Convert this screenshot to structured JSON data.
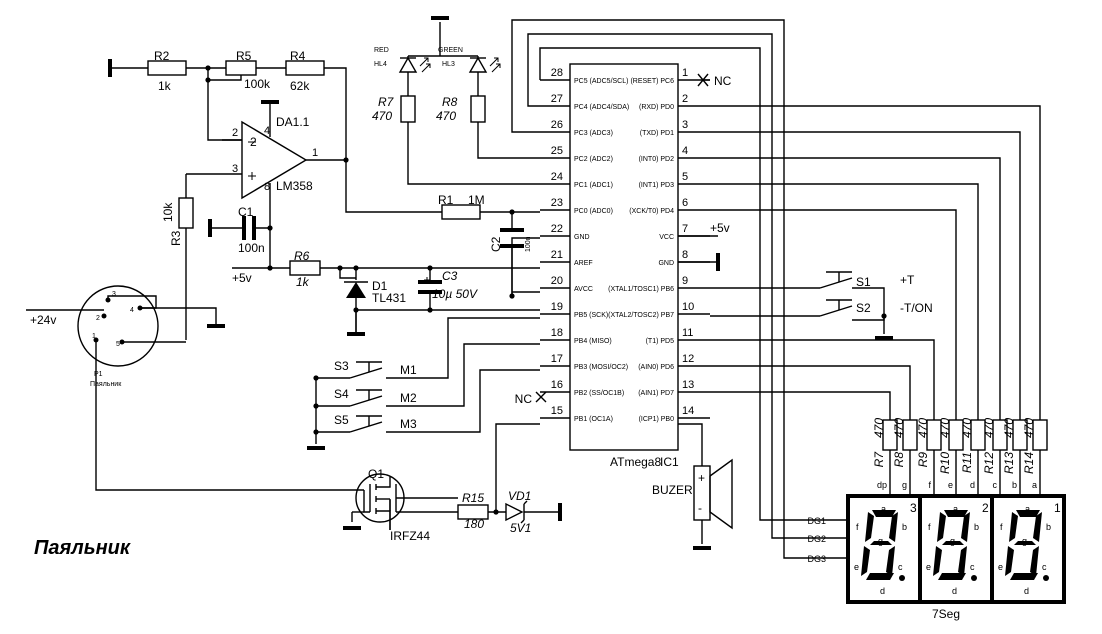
{
  "title": "Паяльник",
  "components": {
    "r2": {
      "ref": "R2",
      "value": "1k"
    },
    "r5": {
      "ref": "R5",
      "value": "100k"
    },
    "r4": {
      "ref": "R4",
      "value": "62k"
    },
    "opamp": {
      "ref": "DA1.1",
      "part": "LM358",
      "pin_minus": "2",
      "pin_plus": "3",
      "pin_out": "1",
      "pin_vcc": "4",
      "pin_gnd": "8"
    },
    "r3": {
      "ref": "R3",
      "value": "10k"
    },
    "c1": {
      "ref": "C1",
      "value": "100n"
    },
    "r6": {
      "ref": "R6",
      "value": "1k"
    },
    "d1": {
      "ref": "D1",
      "part": "TL431"
    },
    "c3": {
      "ref": "C3",
      "value": "10µ 50V"
    },
    "r1": {
      "ref": "R1",
      "value": "1M"
    },
    "c2": {
      "ref": "C2",
      "value": "100n"
    },
    "hl4": {
      "ref": "HL4",
      "color": "RED"
    },
    "hl3": {
      "ref": "HL3",
      "color": "GREEN"
    },
    "r7_led": {
      "ref": "R7",
      "value": "470"
    },
    "r8_led": {
      "ref": "R8",
      "value": "470"
    },
    "p1": {
      "ref": "P1",
      "name": "Паяльник",
      "pins": [
        "1",
        "2",
        "3",
        "4",
        "5"
      ]
    },
    "q1": {
      "ref": "Q1",
      "part": "IRFZ44"
    },
    "r15": {
      "ref": "R15",
      "value": "180"
    },
    "vd1": {
      "ref": "VD1",
      "value": "5V1"
    },
    "s1": {
      "ref": "S1",
      "label": "+T"
    },
    "s2": {
      "ref": "S2",
      "label": "-T/ON"
    },
    "s3": {
      "ref": "S3",
      "label": "M1"
    },
    "s4": {
      "ref": "S4",
      "label": "M2"
    },
    "s5": {
      "ref": "S5",
      "label": "M3"
    },
    "buzzer": {
      "label": "BUZER",
      "plus": "+",
      "minus": "-"
    },
    "ic1": {
      "ref": "IC1",
      "part": "ATmega8"
    },
    "display": {
      "ref": "7Seg",
      "digit_labels": [
        "3",
        "2",
        "1"
      ],
      "dg_labels": [
        "DG1",
        "DG2",
        "DG3"
      ]
    }
  },
  "supply": {
    "plus5": "+5v",
    "plus24": "+24v"
  },
  "nc": "NC",
  "ic_left_pins": [
    {
      "num": "28",
      "name": "PC5 (ADC5/SCL)"
    },
    {
      "num": "27",
      "name": "PC4 (ADC4/SDA)"
    },
    {
      "num": "26",
      "name": "PC3 (ADC3)"
    },
    {
      "num": "25",
      "name": "PC2 (ADC2)"
    },
    {
      "num": "24",
      "name": "PC1 (ADC1)"
    },
    {
      "num": "23",
      "name": "PC0 (ADC0)"
    },
    {
      "num": "22",
      "name": "GND"
    },
    {
      "num": "21",
      "name": "AREF"
    },
    {
      "num": "20",
      "name": "AVCC"
    },
    {
      "num": "19",
      "name": "PB5 (SCK)"
    },
    {
      "num": "18",
      "name": "PB4 (MISO)"
    },
    {
      "num": "17",
      "name": "PB3 (MOSI/OC2)"
    },
    {
      "num": "16",
      "name": "PB2 (SS/OC1B)"
    },
    {
      "num": "15",
      "name": "PB1 (OC1A)"
    }
  ],
  "ic_right_pins": [
    {
      "num": "1",
      "name": "(RESET) PC6"
    },
    {
      "num": "2",
      "name": "(RXD) PD0"
    },
    {
      "num": "3",
      "name": "(TXD) PD1"
    },
    {
      "num": "4",
      "name": "(INT0) PD2"
    },
    {
      "num": "5",
      "name": "(INT1) PD3"
    },
    {
      "num": "6",
      "name": "(XCK/T0) PD4"
    },
    {
      "num": "7",
      "name": "VCC"
    },
    {
      "num": "8",
      "name": "GND"
    },
    {
      "num": "9",
      "name": "(XTAL1/TOSC1) PB6"
    },
    {
      "num": "10",
      "name": "(XTAL2/TOSC2) PB7"
    },
    {
      "num": "11",
      "name": "(T1) PD5"
    },
    {
      "num": "12",
      "name": "(AIN0) PD6"
    },
    {
      "num": "13",
      "name": "(AIN1) PD7"
    },
    {
      "num": "14",
      "name": "(ICP1) PB0"
    }
  ],
  "seg_resistors": [
    {
      "ref": "R7",
      "value": "470",
      "seg": "dp"
    },
    {
      "ref": "R8",
      "value": "470",
      "seg": "g"
    },
    {
      "ref": "R9",
      "value": "470",
      "seg": "f"
    },
    {
      "ref": "R10",
      "value": "470",
      "seg": "e"
    },
    {
      "ref": "R11",
      "value": "470",
      "seg": "d"
    },
    {
      "ref": "R12",
      "value": "470",
      "seg": "c"
    },
    {
      "ref": "R13",
      "value": "470",
      "seg": "b"
    },
    {
      "ref": "R14",
      "value": "470",
      "seg": "a"
    }
  ],
  "seg_letters": [
    "a",
    "b",
    "c",
    "d",
    "e",
    "f",
    "g"
  ]
}
